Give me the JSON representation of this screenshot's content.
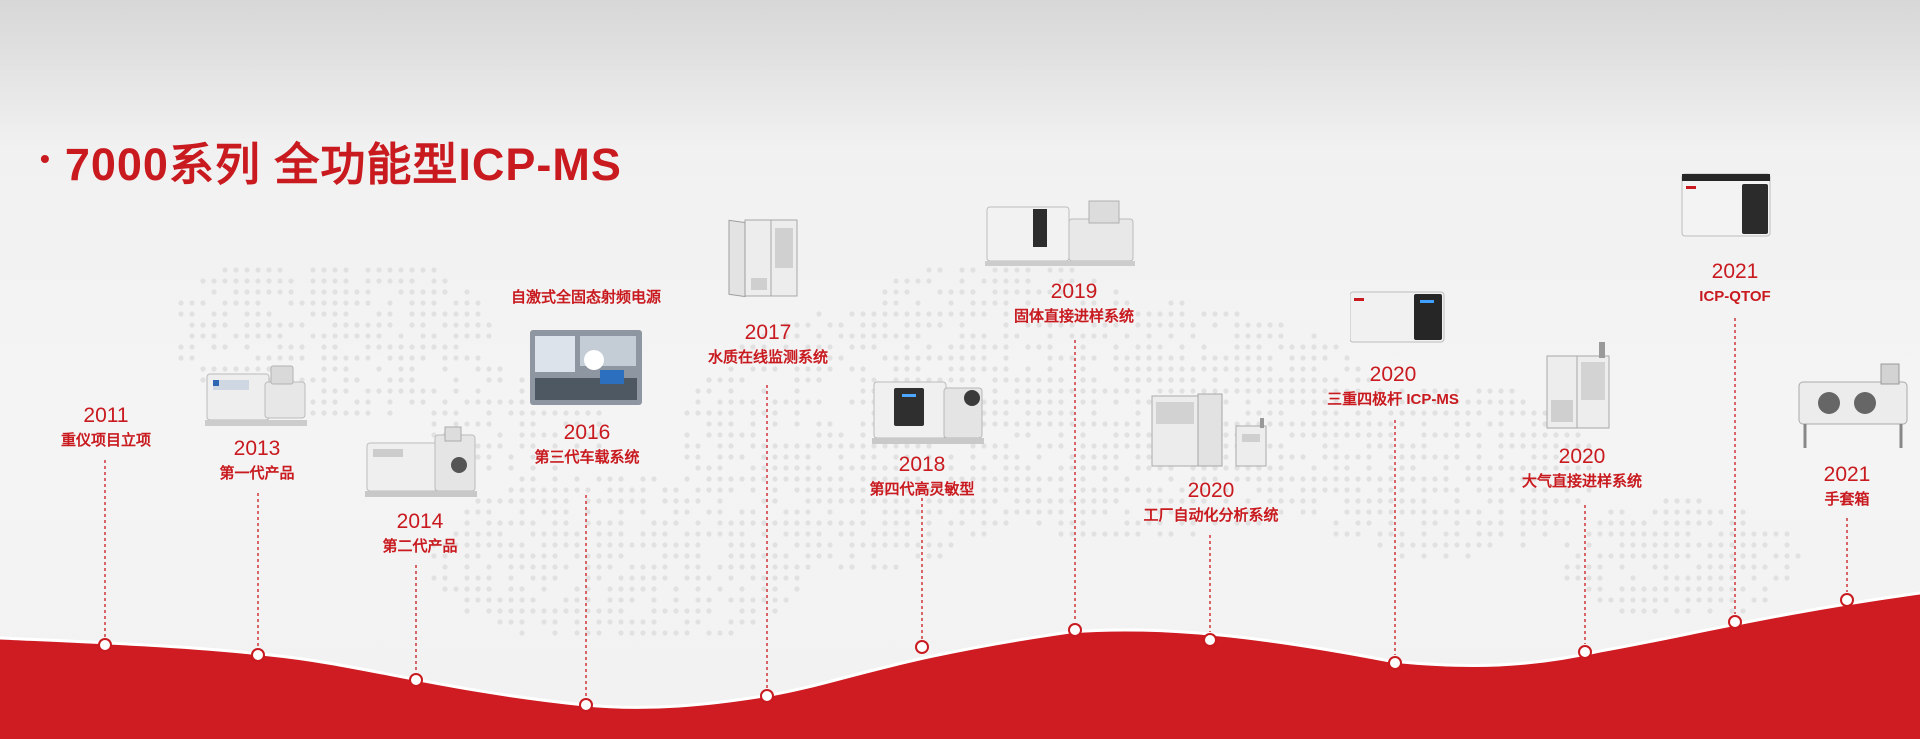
{
  "title": "7000系列 全功能型ICP-MS",
  "bullet": "•",
  "colors": {
    "brand_red": "#c81a1f",
    "wave_red": "#cf1b22",
    "background": "#f2f2f2"
  },
  "extra_caption": "自激式全固态射频电源",
  "milestones": [
    {
      "year": "2011",
      "caption": "重仪项目立项"
    },
    {
      "year": "2013",
      "caption": "第一代产品"
    },
    {
      "year": "2014",
      "caption": "第二代产品"
    },
    {
      "year": "2016",
      "caption": "第三代车载系统"
    },
    {
      "year": "2017",
      "caption": "水质在线监测系统"
    },
    {
      "year": "2018",
      "caption": "第四代高灵敏型"
    },
    {
      "year": "2019",
      "caption": "固体直接进样系统"
    },
    {
      "year": "2020",
      "caption": "工厂自动化分析系统"
    },
    {
      "year": "2020",
      "caption": "三重四极杆 ICP-MS"
    },
    {
      "year": "2020",
      "caption": "大气直接进样系统"
    },
    {
      "year": "2021",
      "caption": "ICP-QTOF"
    },
    {
      "year": "2021",
      "caption": "手套箱"
    }
  ]
}
